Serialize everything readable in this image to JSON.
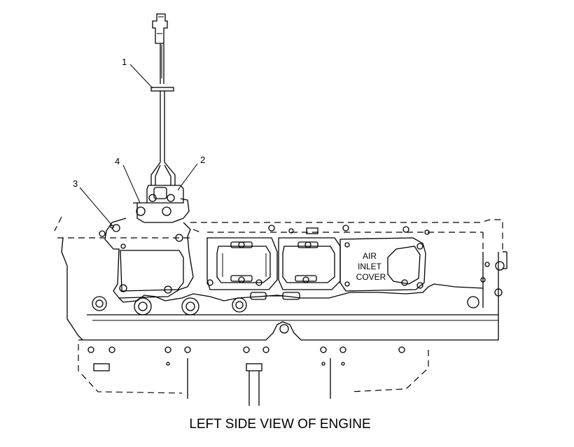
{
  "callouts": [
    "1",
    "2",
    "3",
    "4"
  ],
  "cover_label": [
    "AIR",
    "INLET",
    "COVER"
  ],
  "caption": "LEFT SIDE VIEW OF ENGINE"
}
